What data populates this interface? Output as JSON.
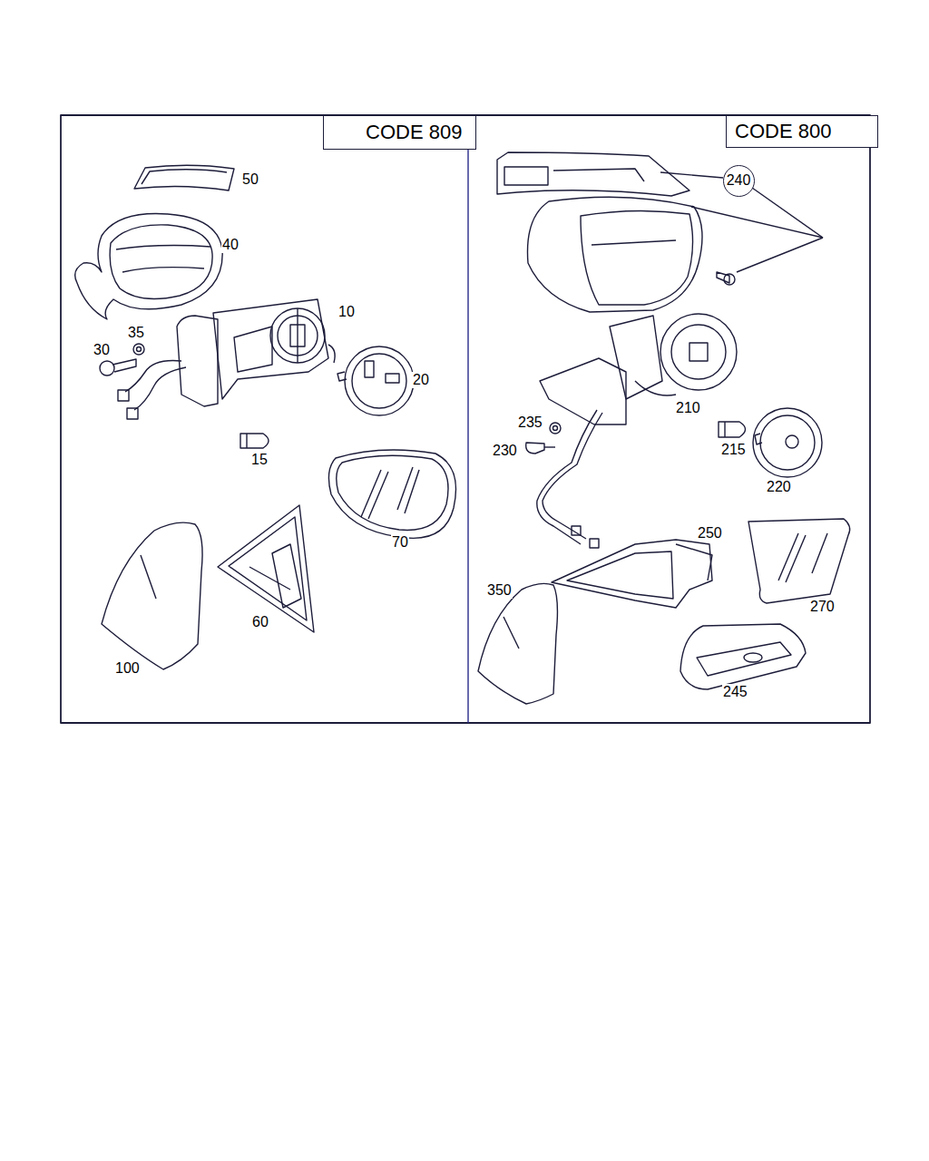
{
  "diagram": {
    "nodes": [
      {
        "text": [
          "CODE 809"
        ]
      },
      {
        "text": [
          "CODE 800"
        ]
      },
      {
        "text": [
          "240"
        ]
      }
    ],
    "labels": [
      "50",
      "40",
      "10",
      "35",
      "30",
      "20",
      "15",
      "70",
      "60",
      "100",
      "235",
      "230",
      "210",
      "215",
      "220",
      "250",
      "350",
      "270",
      "245"
    ]
  }
}
